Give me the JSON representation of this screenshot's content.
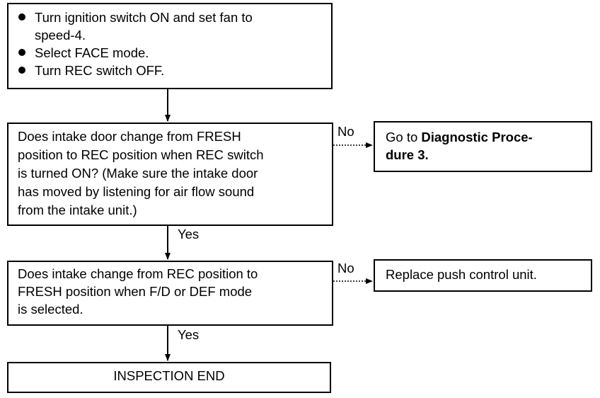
{
  "steps": {
    "setup": {
      "items": [
        {
          "lines": [
            "Turn ignition switch ON and set fan to",
            "speed-4."
          ]
        },
        {
          "lines": [
            "Select FACE mode."
          ]
        },
        {
          "lines": [
            "Turn REC switch OFF."
          ]
        }
      ]
    },
    "q1": {
      "lines": [
        "Does intake door change from FRESH",
        "position to REC position when REC switch",
        "is turned ON? (Make sure the intake door",
        "has moved by listening for air flow sound",
        "from the intake unit.)"
      ]
    },
    "q1_no_action": {
      "line1_plain": "Go to ",
      "line1_bold": "Diagnostic Proce-",
      "line2_bold": "dure 3."
    },
    "q2": {
      "lines": [
        "Does intake change from REC position to",
        "FRESH position when F/D or DEF mode",
        "is selected."
      ]
    },
    "q2_no_action": {
      "text": "Replace push control unit."
    },
    "end": {
      "text": "INSPECTION END"
    }
  },
  "edges": {
    "q1_no": "No",
    "q1_yes": "Yes",
    "q2_no": "No",
    "q2_yes": "Yes"
  }
}
